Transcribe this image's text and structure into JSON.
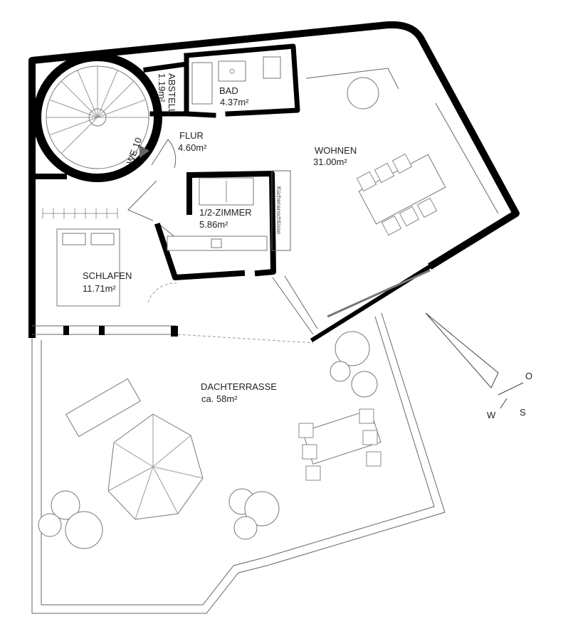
{
  "rooms": {
    "abstell": {
      "name": "ABSTELL.",
      "area": "1.19m²"
    },
    "bad": {
      "name": "BAD",
      "area": "4.37m²"
    },
    "flur": {
      "name": "FLUR",
      "area": "4.60m²"
    },
    "wohnen": {
      "name": "WOHNEN",
      "area": "31.00m²"
    },
    "zimmer": {
      "name": "1/2-ZIMMER",
      "area": "5.86m²"
    },
    "schlafen": {
      "name": "SCHLAFEN",
      "area": "11.71m²"
    },
    "dachterrasse": {
      "name": "DACHTERRASSE",
      "area": "ca. 58m²"
    }
  },
  "stair_label": "WE 10",
  "kitchen_note": "Küchenanschlüsse",
  "compass": {
    "o": "O",
    "w": "W",
    "s": "S"
  },
  "colors": {
    "wall": "#000000",
    "line": "#666666",
    "background": "#ffffff"
  }
}
